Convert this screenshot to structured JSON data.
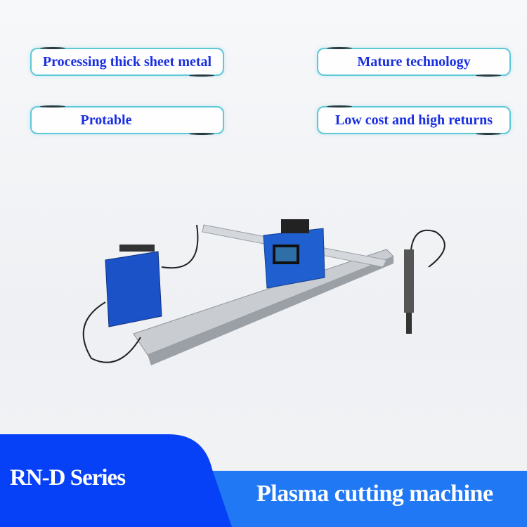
{
  "features": [
    {
      "label": "Processing thick sheet metal"
    },
    {
      "label": "Mature technology"
    },
    {
      "label": "Protable"
    },
    {
      "label": "Low cost and high returns"
    }
  ],
  "banner": {
    "series": "RN-D Series",
    "product": "Plasma cutting machine"
  },
  "colors": {
    "dark_blue": "#0641f7",
    "light_blue": "#2178f4",
    "tag_text": "#1a2fe0",
    "tag_border": "#5ec8d8"
  }
}
